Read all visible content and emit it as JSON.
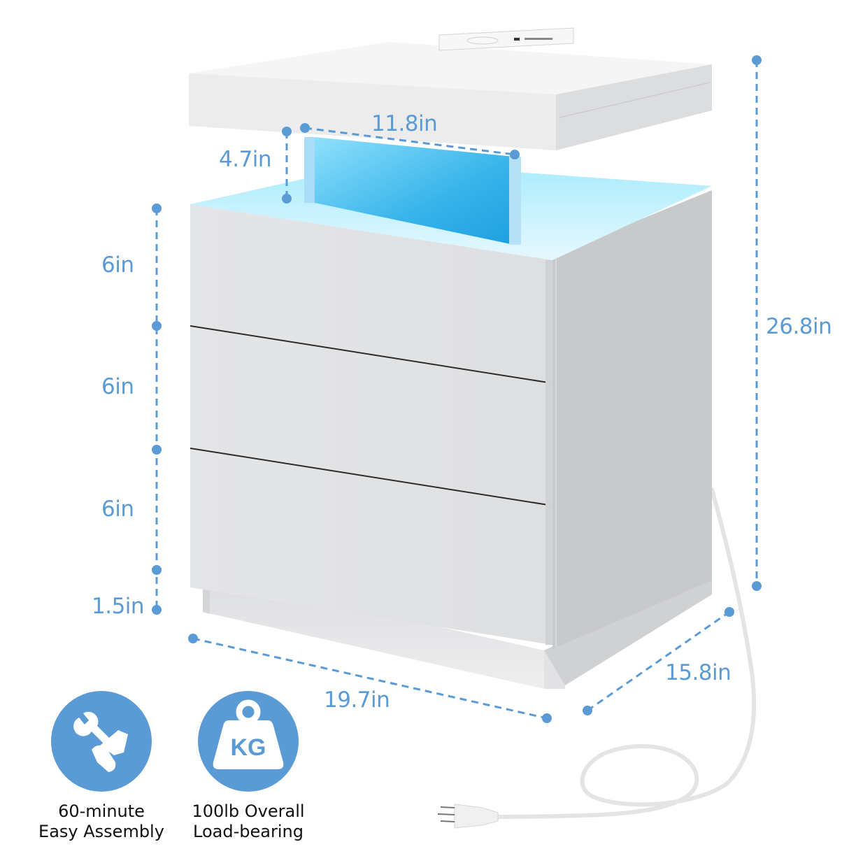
{
  "colors": {
    "accent": "#5b9bd5",
    "panel_front": "#e2e3e5",
    "panel_side": "#c9cacc",
    "top_surface": "#f2f2f3",
    "led_glow": "#5cc8f0",
    "caption_text": "#111111",
    "background": "#ffffff"
  },
  "product": {
    "type": "nightstand",
    "drawers": 3,
    "features": [
      "LED light strip",
      "top control panel",
      "power cord"
    ]
  },
  "dimensions": {
    "open_shelf_width": "11.8in",
    "open_shelf_height": "4.7in",
    "drawer_1_height": "6in",
    "drawer_2_height": "6in",
    "drawer_3_height": "6in",
    "base_height": "1.5in",
    "total_height": "26.8in",
    "width": "19.7in",
    "depth": "15.8in"
  },
  "features": [
    {
      "icon": "wrench-hand-icon",
      "line1": "60-minute",
      "line2": "Easy Assembly"
    },
    {
      "icon": "kg-weight-icon",
      "line1": "100lb Overall",
      "line2": "Load-bearing",
      "badge": "KG"
    }
  ]
}
